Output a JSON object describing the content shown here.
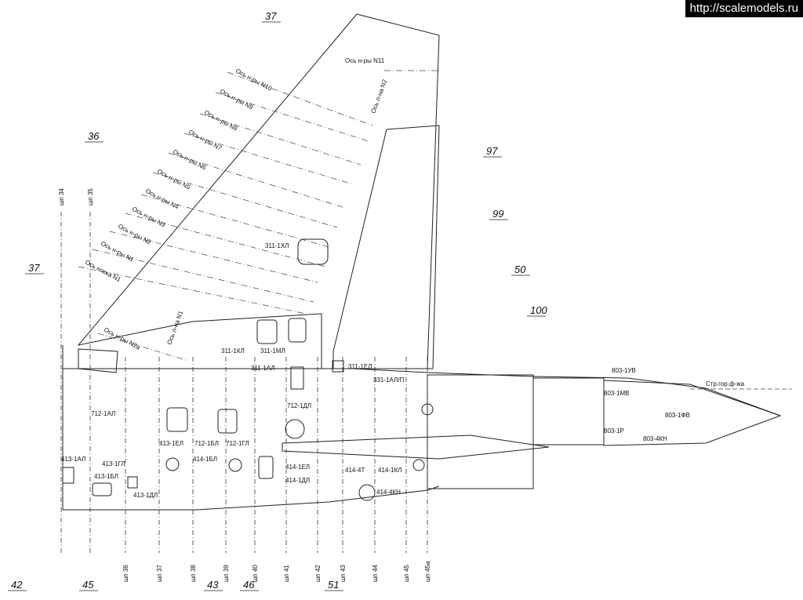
{
  "watermark": "http://scalemodels.ru",
  "frames": [
    "шп 34",
    "шп 35",
    "шп 36",
    "шп 37",
    "шп 38",
    "шп 39",
    "шп 40",
    "шп 41",
    "шп 42",
    "шп 43",
    "шп 44",
    "шп 45",
    "шп 45а"
  ],
  "rib_axes": [
    "Ось н-ры N11",
    "Ось н-ры N10",
    "Ось н-ры N9",
    "Ось н-ры N8",
    "Ось н-ры N7",
    "Ось н-ры N6",
    "Ось н-ры N5",
    "Ось н-ры N4",
    "Ось н-ры N3",
    "Ось н-ры N2",
    "Ось н-ры N1",
    "Ось носка N1",
    "Ось н-ры N2а"
  ],
  "spar_axes": [
    "Ось л-на N2",
    "Ось л-на N1"
  ],
  "callouts": [
    "37",
    "36",
    "37",
    "97",
    "99",
    "50",
    "100",
    "42",
    "45",
    "43",
    "46",
    "51"
  ],
  "panels": [
    "311-1ХЛ",
    "311-1КЛ",
    "311-1МЛ",
    "311-1АЛ",
    "311-1ЕЛ",
    "331-1АЛ/П",
    "712-1АЛ",
    "712-1ДЛ",
    "413-1ЕЛ",
    "712-1БЛ",
    "712-1ГЛ",
    "414-1БЛ",
    "414-1ЕЛ",
    "414-1ДЛ",
    "413-1АЛ",
    "413-1ГЛ",
    "413-1БЛ",
    "413-1ДЛ",
    "414-4Т",
    "414-1КЛ",
    "414-4КН",
    "803-1УВ",
    "803-1МВ",
    "803-1ФВ",
    "803-1Р",
    "803-4КН"
  ],
  "ref_line": "Стр.гор.ф-жа"
}
